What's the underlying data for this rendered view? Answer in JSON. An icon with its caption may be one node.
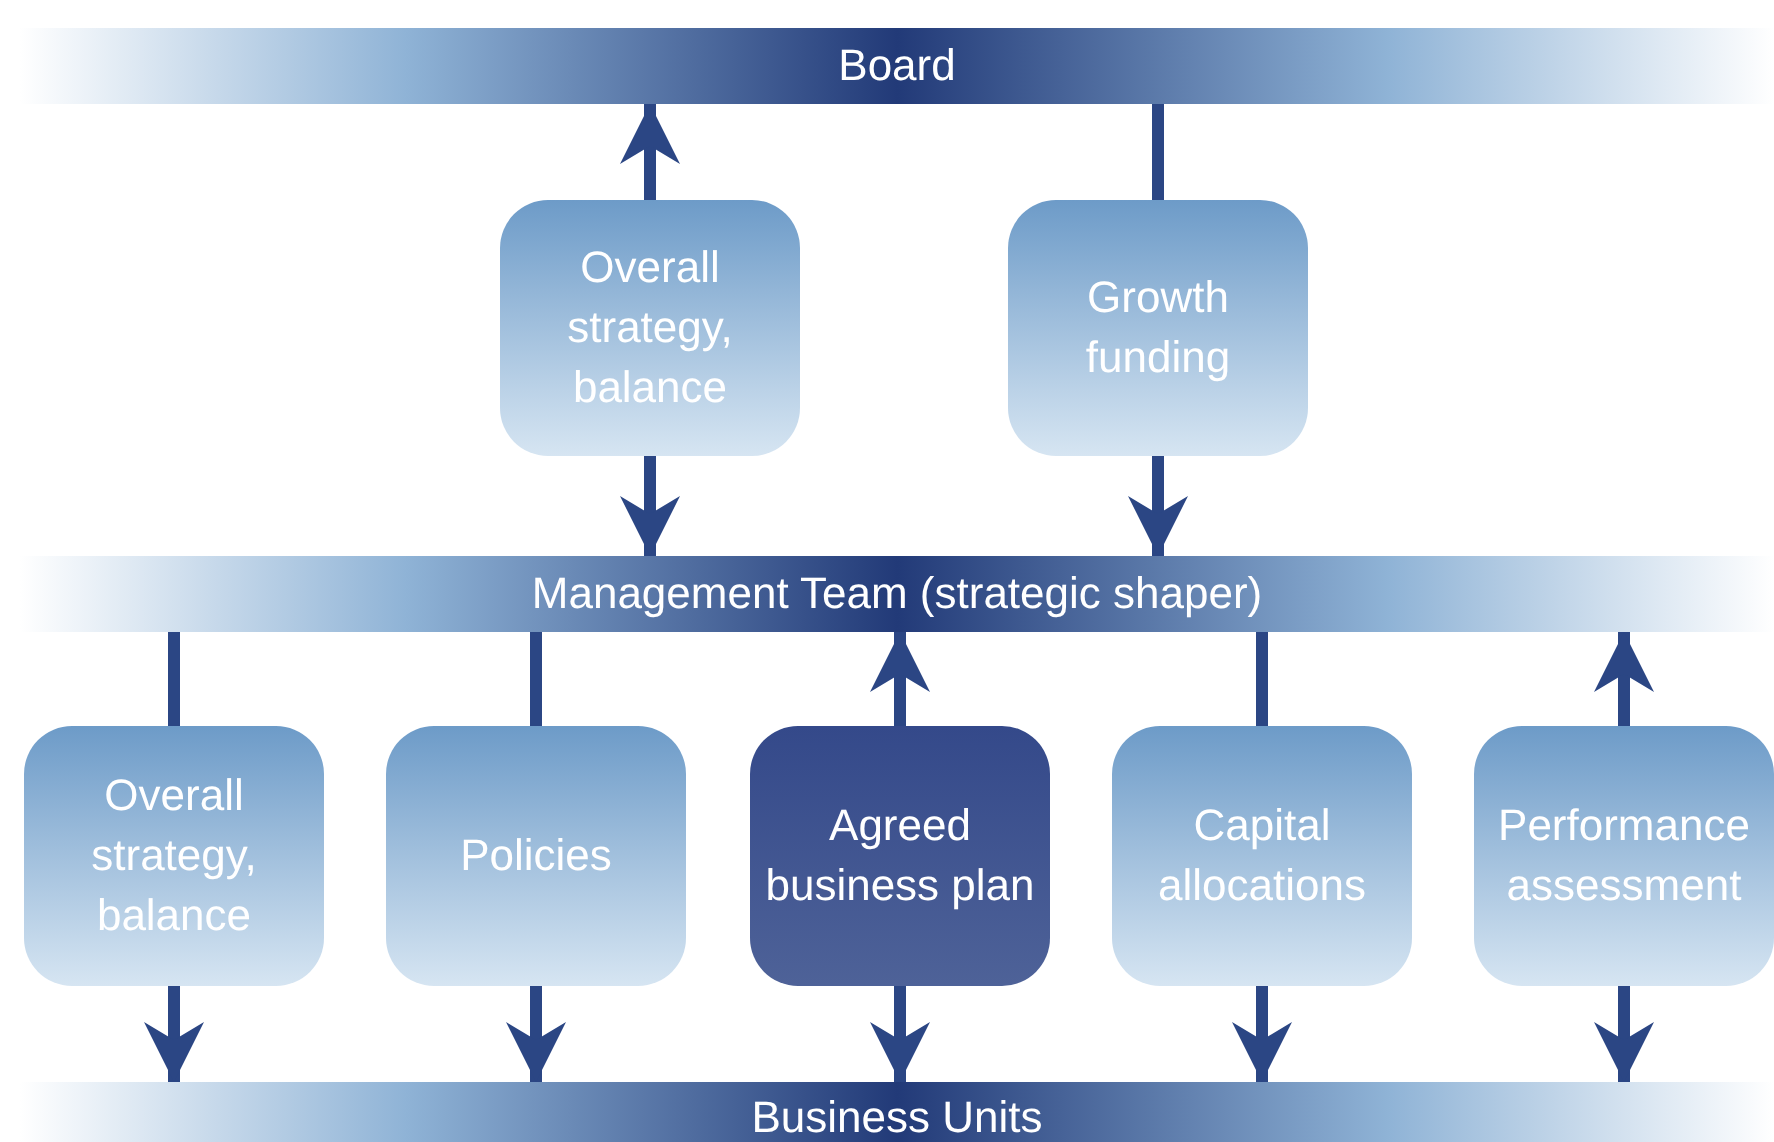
{
  "diagram": {
    "nodes": [
      {
        "text": [
          "Board"
        ]
      },
      {
        "text": [
          "Overall strategy, balance"
        ]
      },
      {
        "text": [
          "Growth funding"
        ]
      },
      {
        "text": [
          "Management Team (strategic shaper)"
        ]
      },
      {
        "text": [
          "Overall strategy, balance"
        ]
      },
      {
        "text": [
          "Policies"
        ]
      },
      {
        "text": [
          "Agreed business plan"
        ]
      },
      {
        "text": [
          "Capital allocations"
        ]
      },
      {
        "text": [
          "Performance assessment"
        ]
      },
      {
        "text": [
          "Business Units"
        ]
      }
    ],
    "edges": [
      {
        "from": 1,
        "to": 0,
        "arrow": "to"
      },
      {
        "from": 1,
        "to": 3,
        "arrow": "to"
      },
      {
        "from": 0,
        "to": 2,
        "arrow": "none"
      },
      {
        "from": 2,
        "to": 3,
        "arrow": "to"
      },
      {
        "from": 3,
        "to": 4,
        "arrow": "none"
      },
      {
        "from": 4,
        "to": 9,
        "arrow": "to"
      },
      {
        "from": 3,
        "to": 5,
        "arrow": "none"
      },
      {
        "from": 5,
        "to": 9,
        "arrow": "to"
      },
      {
        "from": 6,
        "to": 3,
        "arrow": "to"
      },
      {
        "from": 6,
        "to": 9,
        "arrow": "to"
      },
      {
        "from": 3,
        "to": 7,
        "arrow": "none"
      },
      {
        "from": 7,
        "to": 9,
        "arrow": "to"
      },
      {
        "from": 8,
        "to": 3,
        "arrow": "to"
      },
      {
        "from": 8,
        "to": 9,
        "arrow": "to"
      }
    ]
  }
}
